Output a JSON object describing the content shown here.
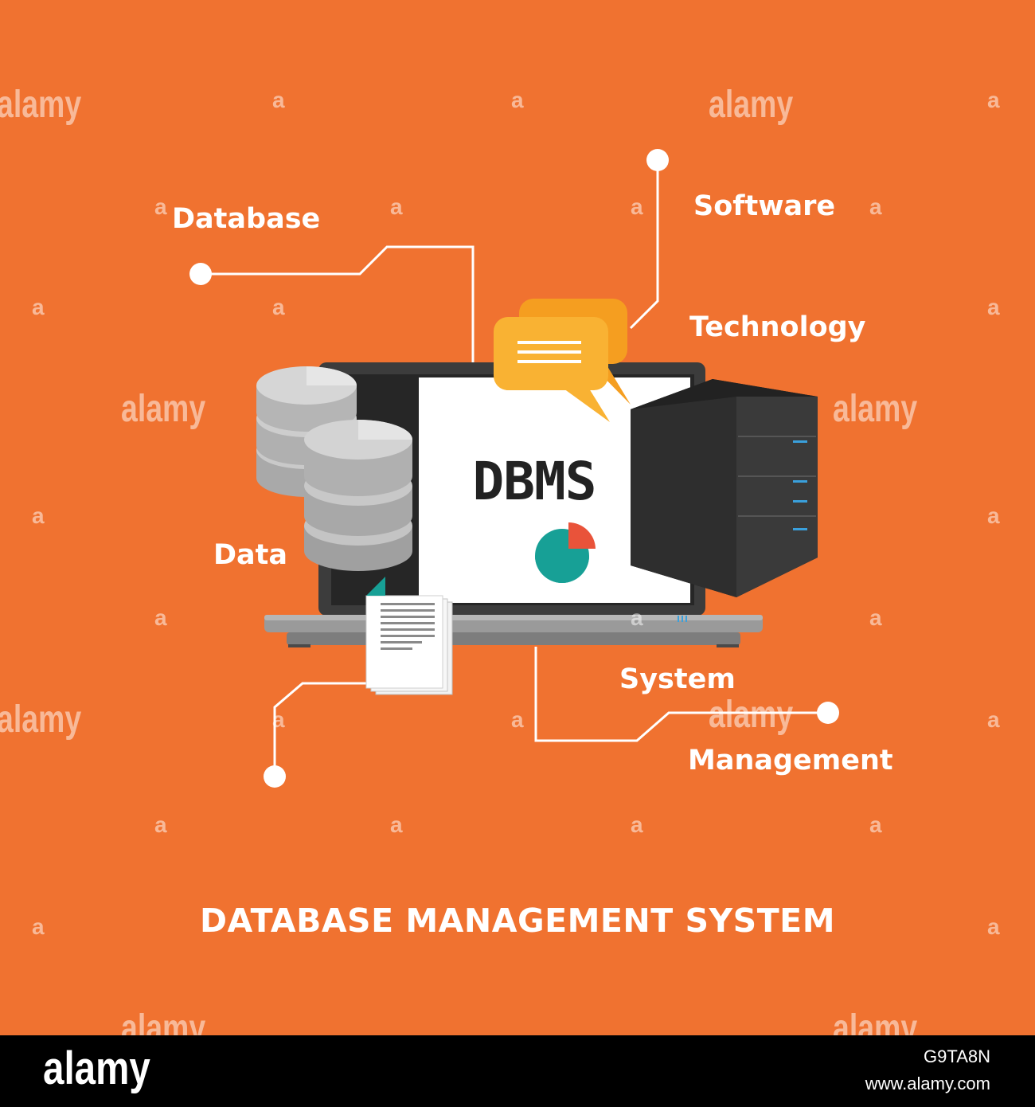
{
  "labels": {
    "database": "Database",
    "software": "Software",
    "technology": "Technology",
    "data": "Data",
    "system": "System",
    "management": "Management"
  },
  "screen_text": "DBMS",
  "title": "DATABASE MANAGEMENT SYSTEM",
  "watermark": {
    "word": "alamy",
    "letter": "a"
  },
  "footer": {
    "brand": "alamy",
    "image_id": "G9TA8N",
    "url": "www.alamy.com"
  },
  "colors": {
    "background": "#f07230",
    "lines": "#ffffff",
    "speech_bubble": "#f9b233",
    "server": "#2b2b2b",
    "database_disks": "#c4c4c4",
    "pie_teal": "#17a096",
    "pie_red": "#e9533a"
  }
}
